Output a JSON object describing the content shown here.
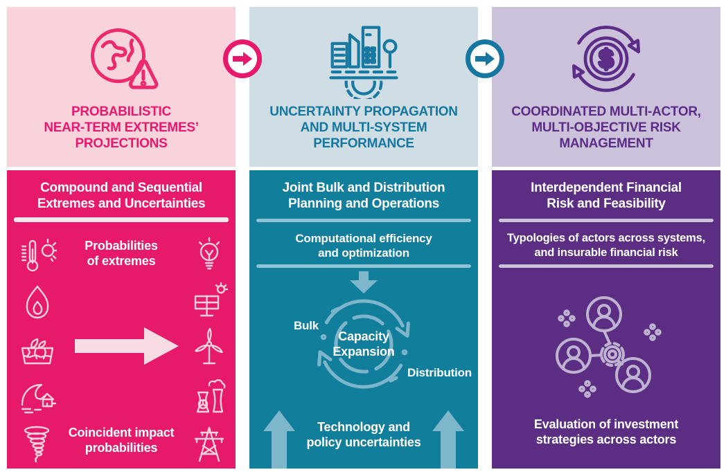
{
  "colors": {
    "magenta": "#E7196A",
    "magenta_text": "#E8186C",
    "pink_header_bg": "#F9D3DC",
    "pink_pale_arrow": "#F8DBE3",
    "teal_panel": "#117E9C",
    "teal_text": "#1577A0",
    "blue_header_bg": "#CFDDE4",
    "teal_light_arrow": "#7EB7CB",
    "purple_panel": "#5B2E84",
    "purple_text": "#5C2D87",
    "purple_header_bg": "#CBC1DB",
    "purple_icon_light": "#BFB3D2"
  },
  "columns": [
    {
      "header": {
        "icon": "globe-warning-icon",
        "title_lines": [
          "PROBABILISTIC",
          "NEAR-TERM EXTREMES’",
          "PROJECTIONS"
        ]
      },
      "panel": {
        "title_lines": [
          "Compound and Sequential",
          "Extremes and Uncertainties"
        ],
        "probabilities_label_lines": [
          "Probabilities",
          "of extremes"
        ],
        "coincident_label_lines": [
          "Coincident impact",
          "probabilities"
        ],
        "hazard_icons": [
          "heatwave-thermometer-icon",
          "wildfire-flame-icon",
          "drought-cracked-earth-icon",
          "flood-wave-house-icon",
          "tornado-icon"
        ],
        "energy_icons": [
          "lightbulb-icon",
          "solar-panel-icon",
          "wind-turbine-icon",
          "nuclear-plant-icon",
          "transmission-tower-icon"
        ],
        "arrow": "impact-right-arrow"
      }
    },
    {
      "header": {
        "icon": "city-infrastructure-gear-icon",
        "title_lines": [
          "UNCERTAINTY PROPAGATION",
          "AND MULTI-SYSTEM",
          "PERFORMANCE"
        ]
      },
      "panel": {
        "title_lines": [
          "Joint Bulk and Distribution",
          "Planning and Operations"
        ],
        "computational_label_lines": [
          "Computational efficiency",
          "and optimization"
        ],
        "cycle": {
          "icon": "capacity-cycle-arrows-icon",
          "center_lines": [
            "Capacity",
            "Expansion"
          ],
          "left_label": "Bulk",
          "right_label": "Distribution"
        },
        "technology_label_lines": [
          "Technology and",
          "policy uncertainties"
        ],
        "arrows": [
          "down-arrow",
          "up-arrow-left",
          "up-arrow-right"
        ]
      }
    },
    {
      "header": {
        "icon": "dollar-cycle-icon",
        "title_lines": [
          "COORDINATED MULTI-ACTOR,",
          "MULTI-OBJECTIVE RISK",
          "MANAGEMENT"
        ]
      },
      "panel": {
        "title_lines": [
          "Interdependent Financial",
          "Risk and Feasibility"
        ],
        "typologies_label_lines": [
          "Typologies of actors across systems,",
          "and insurable financial risk"
        ],
        "icon": "actors-gear-network-icon",
        "evaluation_label_lines": [
          "Evaluation of investment",
          "strategies across actors"
        ]
      }
    }
  ],
  "connectors": [
    {
      "icon": "arrow-right-circle-icon",
      "color": "#E8186C"
    },
    {
      "icon": "arrow-right-circle-icon",
      "color": "#1577A0"
    }
  ]
}
